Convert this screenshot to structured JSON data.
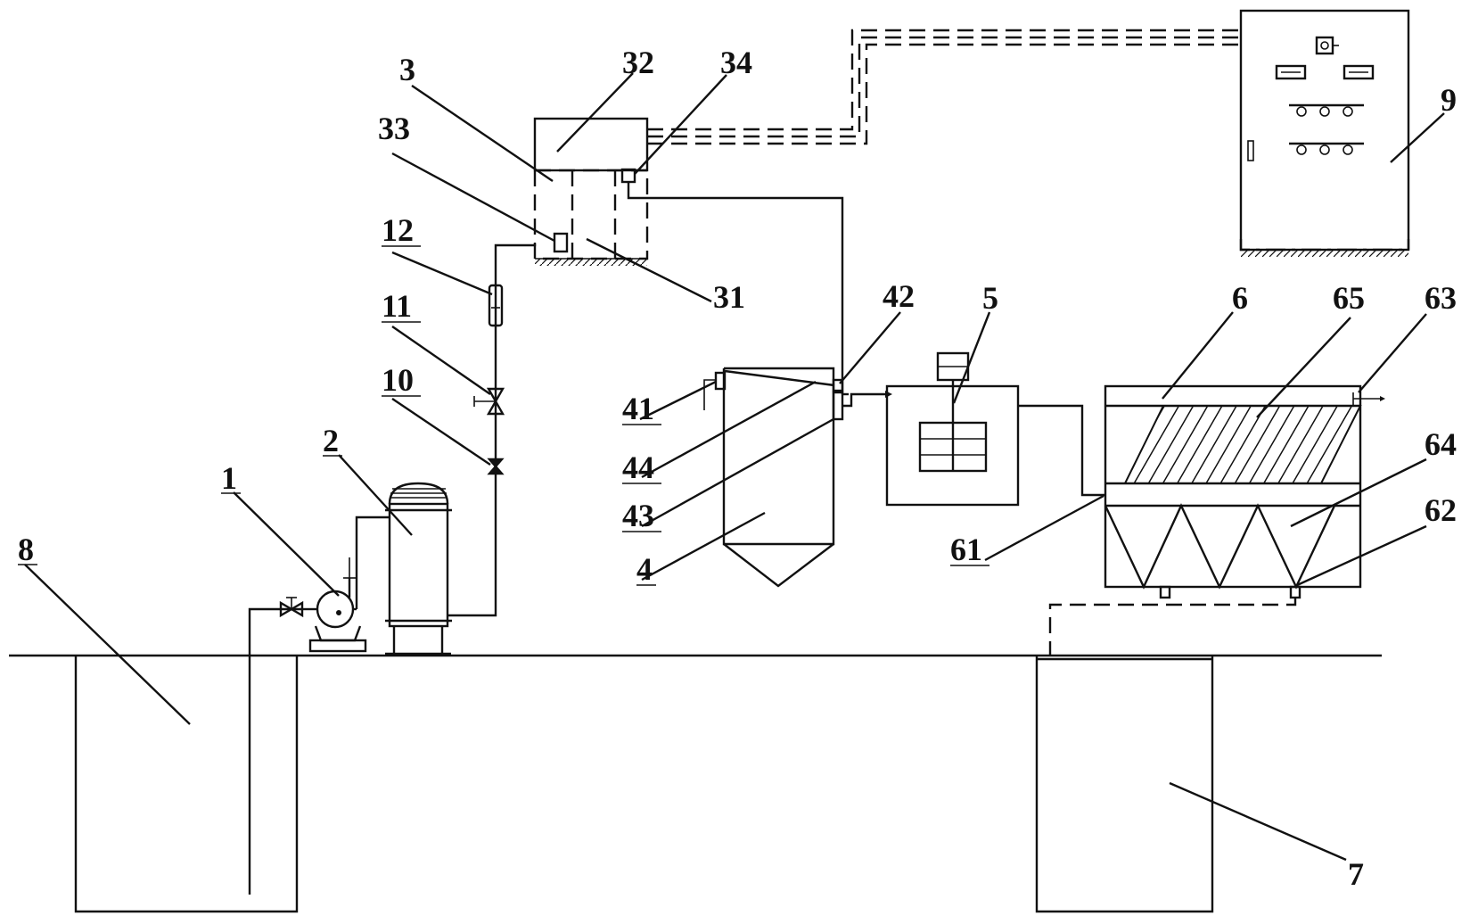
{
  "diagram": {
    "labels": {
      "l1": "1",
      "l2": "2",
      "l3": "3",
      "l4": "4",
      "l5": "5",
      "l6": "6",
      "l7": "7",
      "l8": "8",
      "l9": "9",
      "l10": "10",
      "l11": "11",
      "l12": "12",
      "l31": "31",
      "l32": "32",
      "l33": "33",
      "l34": "34",
      "l41": "41",
      "l42": "42",
      "l43": "43",
      "l44": "44",
      "l61": "61",
      "l62": "62",
      "l63": "63",
      "l64": "64",
      "l65": "65"
    }
  }
}
